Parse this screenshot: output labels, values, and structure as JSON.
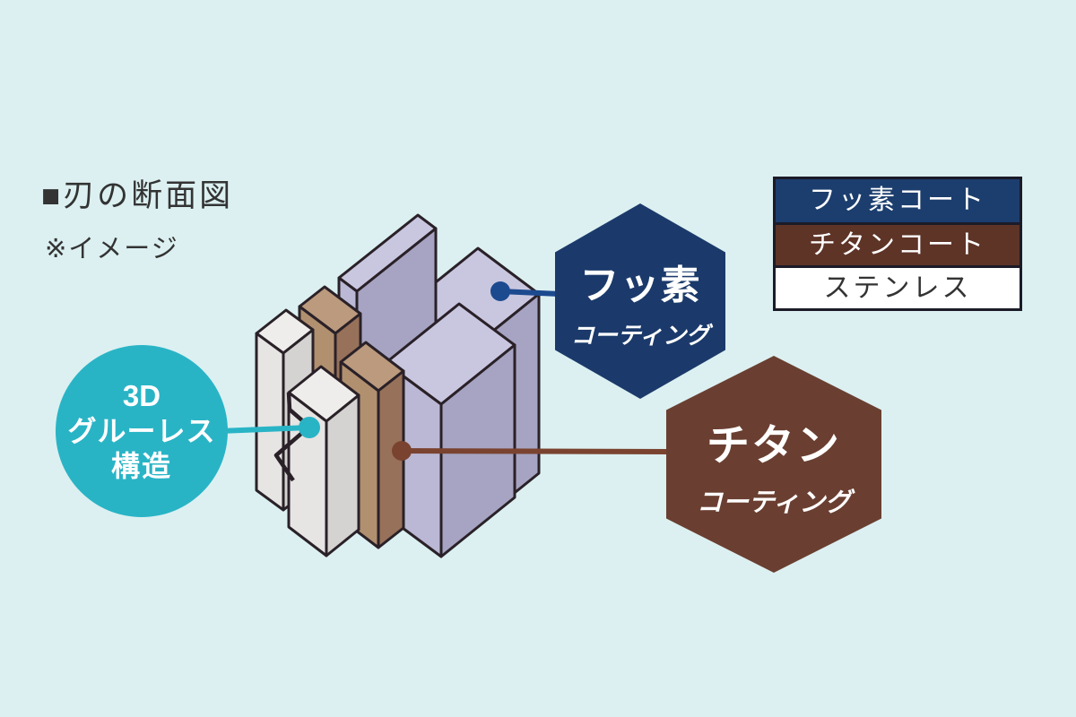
{
  "page": {
    "background": "#dcf0f1"
  },
  "header": {
    "title": "■刃の断面図",
    "note": "※イメージ"
  },
  "legend": {
    "rows": [
      {
        "label": "フッ素コート",
        "bg": "#1c3e6e",
        "fg": "#ffffff"
      },
      {
        "label": "チタンコート",
        "bg": "#5e3427",
        "fg": "#ffffff"
      },
      {
        "label": "ステンレス",
        "bg": "#ffffff",
        "fg": "#333333"
      }
    ],
    "border_color": "#1b1b28"
  },
  "callouts": {
    "fluorine": {
      "shape": "hexagon",
      "line1": "フッ素",
      "line2": "コーティング",
      "color": "#1b3a6b",
      "connector_color": "#1c4a8f"
    },
    "titanium": {
      "shape": "hexagon",
      "line1": "チタン",
      "line2": "コーティング",
      "color": "#6a3f31",
      "connector_color": "#7a4330"
    },
    "glueless": {
      "shape": "circle",
      "line1": "3D",
      "line2": "グルーレス",
      "line3": "構造",
      "color": "#29b4c6",
      "connector_color": "#29b4c6"
    }
  },
  "diagram": {
    "type": "isometric-blade-cross-section",
    "outline_color": "#2a2128",
    "layers": [
      {
        "name": "フッ素コーティング",
        "top": "#c9c7e0",
        "left": "#bab8d4",
        "right": "#a6a4c2"
      },
      {
        "name": "チタンコーティング",
        "top": "#bb9a7d",
        "left": "#b1906f",
        "right": "#97715a"
      },
      {
        "name": "ステンレス",
        "top": "#eeedeb",
        "left": "#e6e5e3",
        "right": "#d4d3d1"
      }
    ]
  }
}
